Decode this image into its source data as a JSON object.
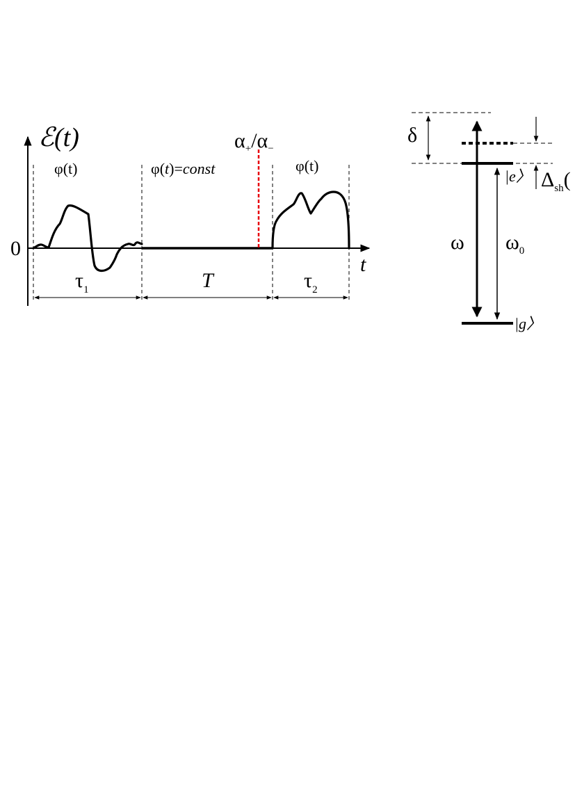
{
  "pulse_diagram": {
    "y_axis_label": "ℰ(t)",
    "x_axis_label": "t",
    "zero_label": "0",
    "segments": [
      {
        "phase_label": "φ(t)",
        "duration_symbol": "τ",
        "duration_sub": "1"
      },
      {
        "phase_prefix": "φ(",
        "phase_var": "t",
        "phase_mid": ")=",
        "phase_const": "const",
        "duration_symbol": "T",
        "duration_sub": ""
      },
      {
        "phase_label": "φ(t)",
        "duration_symbol": "τ",
        "duration_sub": "2"
      }
    ],
    "marker": {
      "alpha": "α",
      "plus": "+",
      "slash": "/",
      "minus": "−",
      "color": "#e8000b"
    }
  },
  "level_diagram": {
    "detuning_label": "δ",
    "laser_freq_label": "ω",
    "transition_freq_symbol": "ω",
    "transition_freq_sub": "0",
    "excited_state": "|e〉",
    "ground_state": "|g〉",
    "shift_symbol": "Δ",
    "shift_sub": "sh",
    "shift_paren": "("
  }
}
